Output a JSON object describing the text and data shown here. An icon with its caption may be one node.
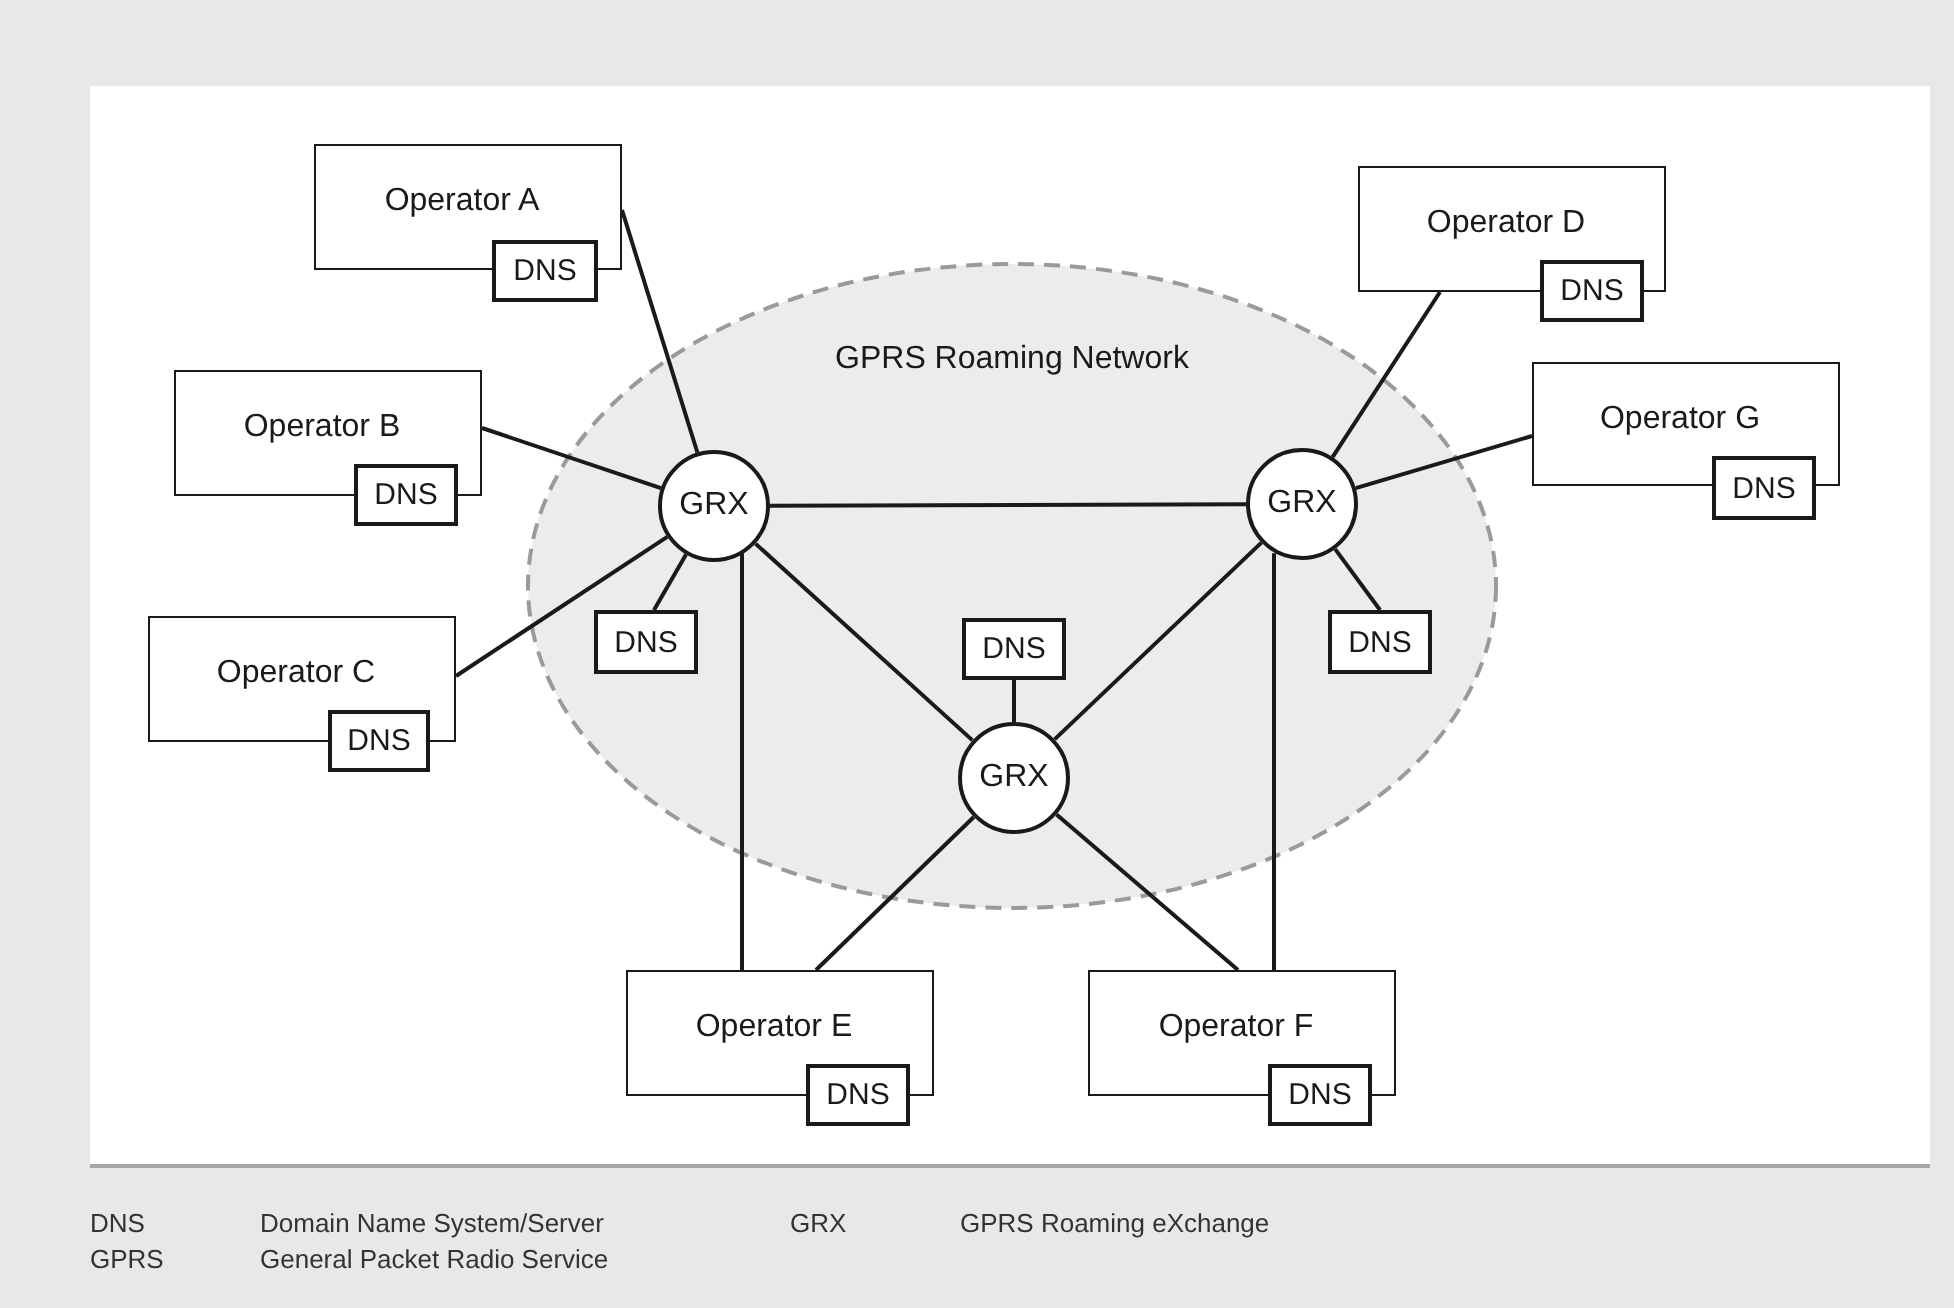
{
  "diagram": {
    "nodes": [
      {
        "text": [
          "GPRS Roaming Network"
        ]
      },
      {
        "text": [
          "Operator A"
        ]
      },
      {
        "text": [
          "DNS"
        ]
      },
      {
        "text": [
          "Operator D"
        ]
      },
      {
        "text": [
          "DNS"
        ]
      },
      {
        "text": [
          "Operator B"
        ]
      },
      {
        "text": [
          "DNS"
        ]
      },
      {
        "text": [
          "Operator G"
        ]
      },
      {
        "text": [
          "DNS"
        ]
      },
      {
        "text": [
          "GRX"
        ],
        "in": 0
      },
      {
        "text": [
          "GRX"
        ],
        "in": 0
      },
      {
        "text": [
          "DNS"
        ],
        "in": 0
      },
      {
        "text": [
          "DNS"
        ],
        "in": 0
      },
      {
        "text": [
          "DNS"
        ],
        "in": 0
      },
      {
        "text": [
          "Operator C"
        ]
      },
      {
        "text": [
          "DNS"
        ]
      },
      {
        "text": [
          "GRX"
        ],
        "in": 0
      },
      {
        "text": [
          "Operator E"
        ]
      },
      {
        "text": [
          "DNS"
        ]
      },
      {
        "text": [
          "Operator F"
        ]
      },
      {
        "text": [
          "DNS"
        ]
      }
    ],
    "edges": [
      {
        "from": 1,
        "to": 9,
        "arrow": "none"
      },
      {
        "from": 5,
        "to": 9,
        "arrow": "none"
      },
      {
        "from": 14,
        "to": 9,
        "arrow": "none"
      },
      {
        "from": 9,
        "to": 11,
        "arrow": "none"
      },
      {
        "from": 9,
        "to": 10,
        "arrow": "none"
      },
      {
        "from": 9,
        "to": 16,
        "arrow": "none"
      },
      {
        "from": 9,
        "to": 17,
        "arrow": "none"
      },
      {
        "from": 3,
        "to": 10,
        "arrow": "none"
      },
      {
        "from": 7,
        "to": 10,
        "arrow": "none"
      },
      {
        "from": 10,
        "to": 13,
        "arrow": "none"
      },
      {
        "from": 10,
        "to": 16,
        "arrow": "none"
      },
      {
        "from": 10,
        "to": 19,
        "arrow": "none"
      },
      {
        "from": 16,
        "to": 12,
        "arrow": "none"
      },
      {
        "from": 16,
        "to": 17,
        "arrow": "none"
      },
      {
        "from": 16,
        "to": 19,
        "arrow": "none"
      }
    ],
    "labels": [
      "DNS",
      "Domain Name System/Server",
      "GRX",
      "GPRS Roaming eXchange",
      "GPRS",
      "General Packet Radio Service"
    ]
  }
}
